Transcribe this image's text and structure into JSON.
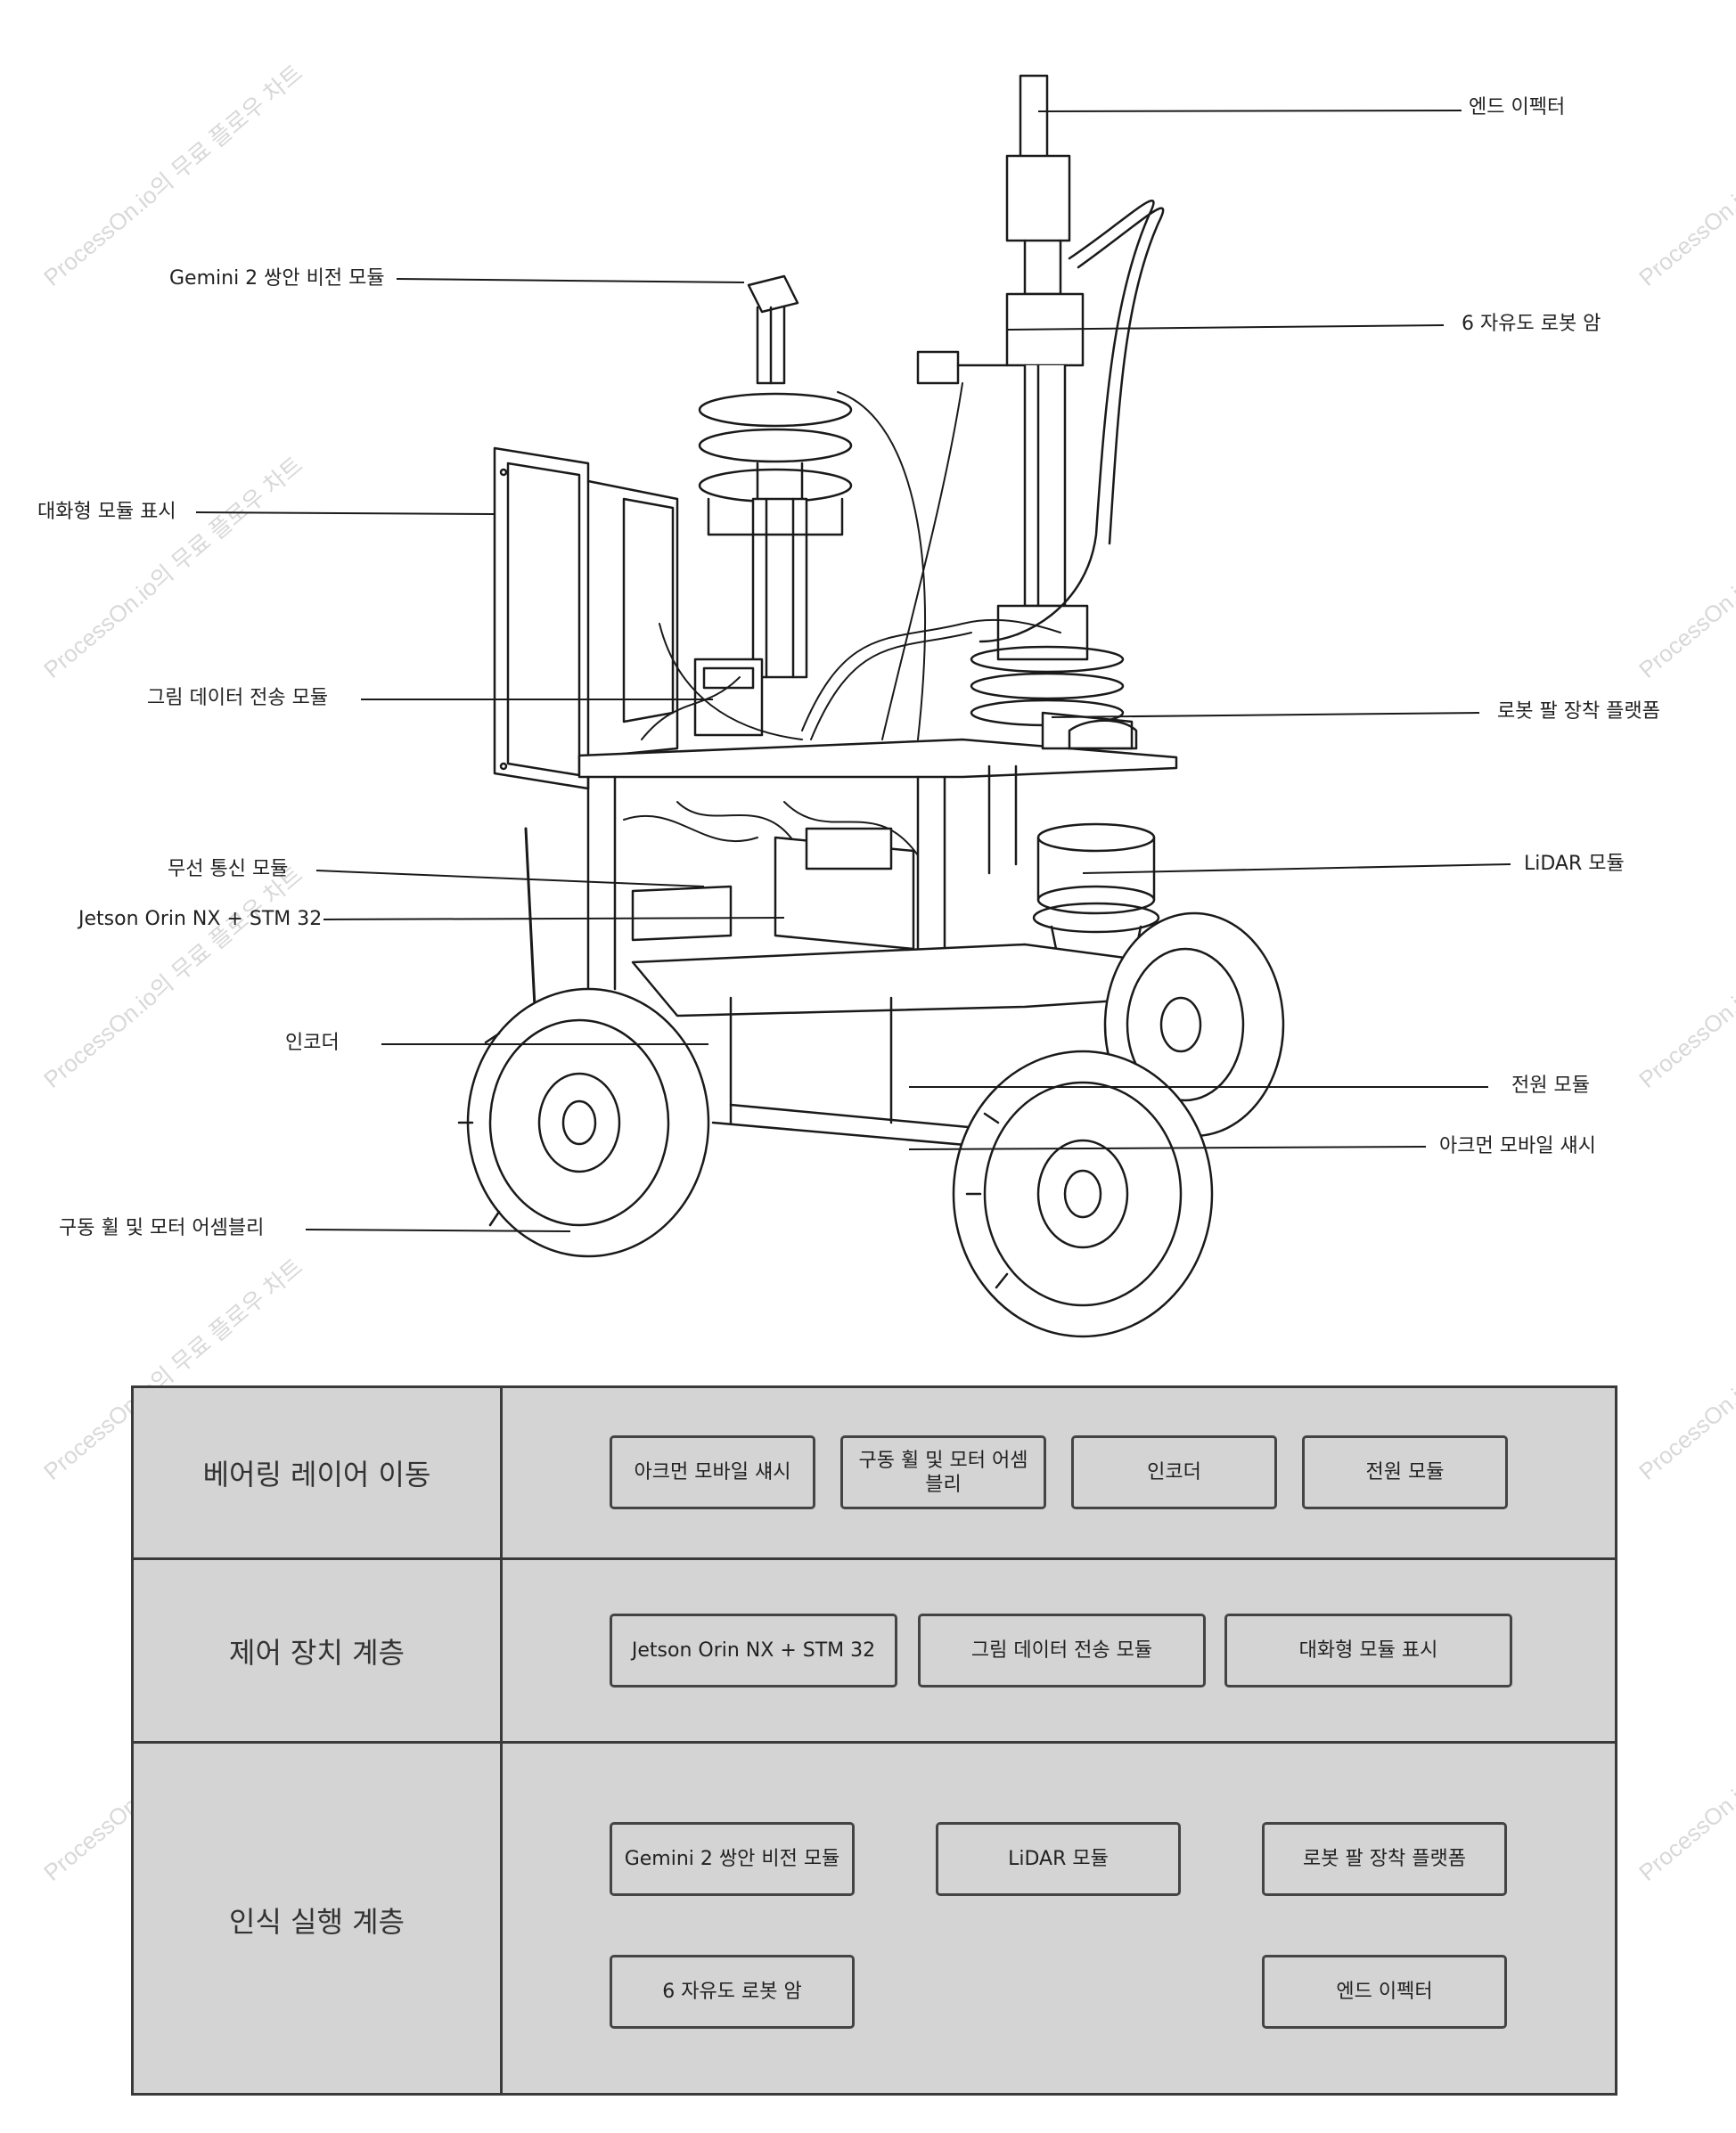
{
  "callouts": {
    "end_effector": "엔드 이펙터",
    "gemini_vision": "Gemini 2 쌍안 비전 모듈",
    "robot_arm": "6 자유도 로봇 암",
    "interactive_display": "대화형 모듈 표시",
    "image_transmission": "그림 데이터 전송 모듈",
    "arm_platform": "로봇 팔 장착 플랫폼",
    "wireless": "무선 통신 모듈",
    "lidar": "LiDAR 모듈",
    "jetson": "Jetson Orin NX + STM 32",
    "encoder": "인코더",
    "power": "전원 모듈",
    "chassis": "아크먼 모바일 섀시",
    "drive_wheel": "구동 휠 및 모터 어셈블리"
  },
  "watermark": "ProcessOn.io의 무료 플로우 차트",
  "layers": [
    {
      "label": "베어링 레이어 이동",
      "items": [
        "아크먼 모바일 섀시",
        "구동 휠 및 모터 어셈블리",
        "인코더",
        "전원 모듈"
      ]
    },
    {
      "label": "제어 장치 계층",
      "items": [
        "Jetson Orin NX + STM 32",
        "그림 데이터 전송 모듈",
        "대화형 모듈 표시"
      ]
    },
    {
      "label": "인식 실행 계층",
      "items": [
        "Gemini 2 쌍안 비전 모듈",
        "LiDAR 모듈",
        "로봇 팔 장착 플랫폼",
        "6 자유도 로봇 암",
        "엔드 이펙터"
      ]
    }
  ]
}
